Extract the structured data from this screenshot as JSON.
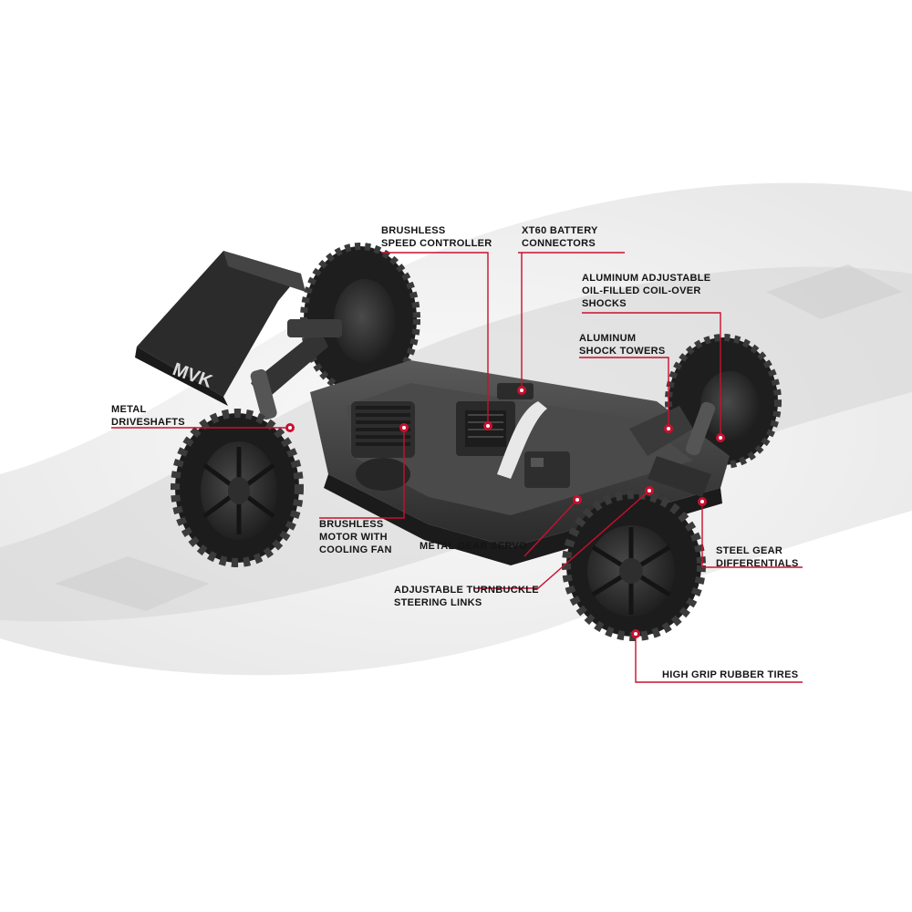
{
  "callouts": {
    "esc": "BRUSHLESS\nSPEED CONTROLLER",
    "xt60": "XT60 BATTERY\nCONNECTORS",
    "shocks": "ALUMINUM ADJUSTABLE\nOIL-FILLED COIL-OVER\nSHOCKS",
    "towers": "ALUMINUM\nSHOCK TOWERS",
    "driveshafts": "METAL\nDRIVESHAFTS",
    "motor": "BRUSHLESS\nMOTOR WITH\nCOOLING FAN",
    "servo": "METAL GEAR SERVO",
    "diffs": "STEEL GEAR\nDIFFERENTIALS",
    "turnbuckle": "ADJUSTABLE TURNBUCKLE\nSTEERING LINKS",
    "tires": "HIGH GRIP RUBBER TIRES"
  },
  "logo_text": "MVK",
  "colors": {
    "accent": "#c8102e",
    "label_text": "#141414",
    "car_body": "#3a3a3a",
    "background_streak": "#d9d9d9"
  }
}
